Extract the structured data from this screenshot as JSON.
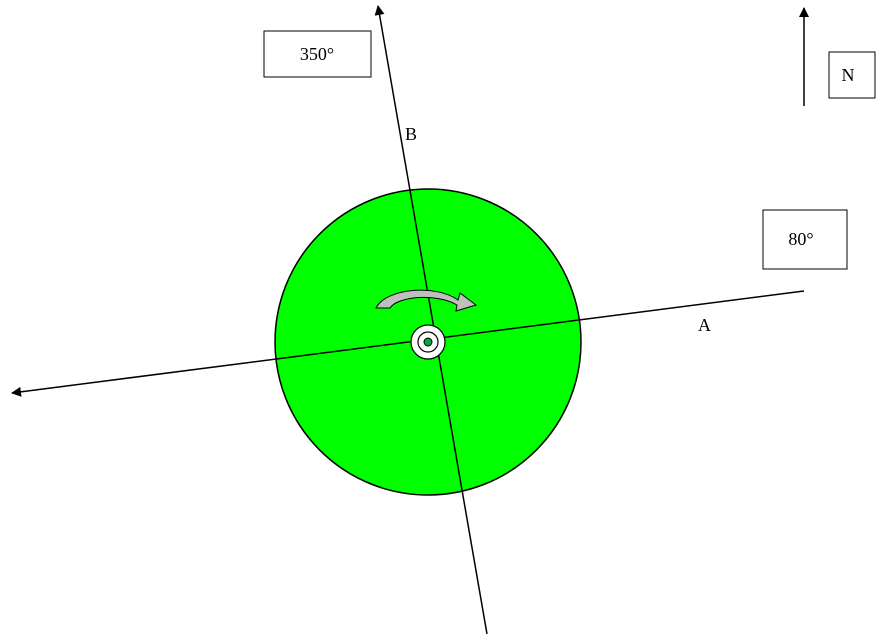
{
  "labels": {
    "north": "N",
    "bearing_b": "350°",
    "bearing_a": "80°",
    "line_b": "B",
    "line_a": "A"
  },
  "colors": {
    "disc": "#00ff00",
    "line": "#000000",
    "rotation_arrow": "#bfbfbf",
    "background": "#ffffff"
  }
}
